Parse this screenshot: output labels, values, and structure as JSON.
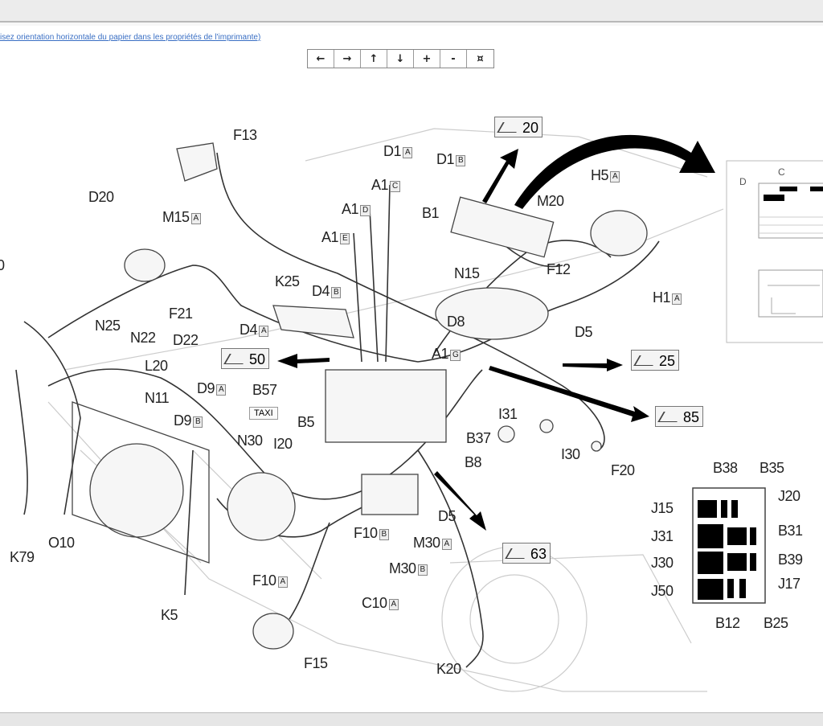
{
  "header": {
    "print_hint_link": "isez orientation horizontale du papier dans les propriétés de l'imprimante)"
  },
  "toolbar": {
    "left": "←",
    "right": "→",
    "up": "↑",
    "down": "↓",
    "zoom_in": "+",
    "zoom_out": "-",
    "reset": "¤"
  },
  "diagram": {
    "labels": [
      {
        "t": "F13"
      },
      {
        "t": "D20"
      },
      {
        "t": "M15",
        "s": "A"
      },
      {
        "t": "D1",
        "s": "A"
      },
      {
        "t": "D1",
        "s": "B"
      },
      {
        "t": "A1",
        "s": "C"
      },
      {
        "t": "A1",
        "s": "D"
      },
      {
        "t": "B1"
      },
      {
        "t": "A1",
        "s": "E"
      },
      {
        "t": "M20"
      },
      {
        "t": "H5",
        "s": "A"
      },
      {
        "t": "N15"
      },
      {
        "t": "F12"
      },
      {
        "t": "K25"
      },
      {
        "t": "D4",
        "s": "B"
      },
      {
        "t": "H1",
        "s": "A"
      },
      {
        "t": "F21"
      },
      {
        "t": "D22"
      },
      {
        "t": "N25"
      },
      {
        "t": "N22"
      },
      {
        "t": "D4",
        "s": "A"
      },
      {
        "t": "D8"
      },
      {
        "t": "D5"
      },
      {
        "t": "A1",
        "s": "G"
      },
      {
        "t": "L20"
      },
      {
        "t": "D9",
        "s": "A"
      },
      {
        "t": "B57"
      },
      {
        "t": "N11"
      },
      {
        "t": "B5"
      },
      {
        "t": "I31"
      },
      {
        "t": "D9",
        "s": "B"
      },
      {
        "t": "B37"
      },
      {
        "t": "N30"
      },
      {
        "t": "I20"
      },
      {
        "t": "B8"
      },
      {
        "t": "I30"
      },
      {
        "t": "F20"
      },
      {
        "t": "B38"
      },
      {
        "t": "B35"
      },
      {
        "t": "J15"
      },
      {
        "t": "J20"
      },
      {
        "t": "J31"
      },
      {
        "t": "B31"
      },
      {
        "t": "D5"
      },
      {
        "t": "F10",
        "s": "B"
      },
      {
        "t": "M30",
        "s": "A"
      },
      {
        "t": "J30"
      },
      {
        "t": "B39"
      },
      {
        "t": "J17"
      },
      {
        "t": "K79"
      },
      {
        "t": "O10"
      },
      {
        "t": "M30",
        "s": "B"
      },
      {
        "t": "J50"
      },
      {
        "t": "F10",
        "s": "A"
      },
      {
        "t": "C10",
        "s": "A"
      },
      {
        "t": "B12"
      },
      {
        "t": "B25"
      },
      {
        "t": "K5"
      },
      {
        "t": "F15"
      },
      {
        "t": "K20"
      },
      {
        "t": "0"
      }
    ],
    "refs": [
      "20",
      "50",
      "25",
      "85",
      "63"
    ],
    "taxi": "TAXI",
    "inset_label_d": "D",
    "inset_label_c": "C"
  }
}
